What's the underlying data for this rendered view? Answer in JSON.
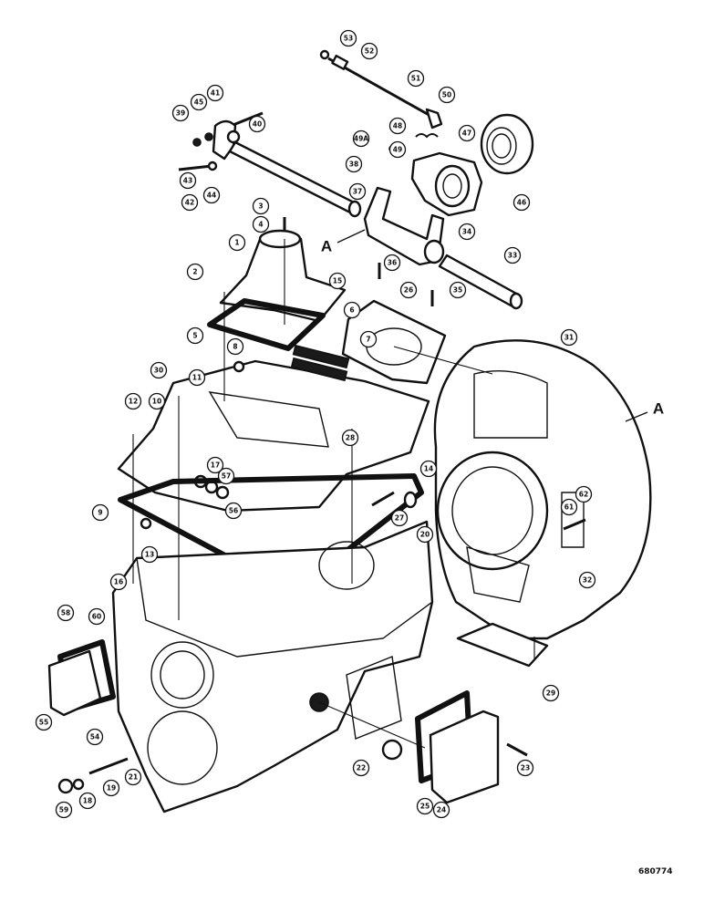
{
  "figure_number": "680774",
  "reference_labels": [
    "A",
    "A"
  ],
  "callouts": [
    "53",
    "52",
    "51",
    "50",
    "48",
    "49A",
    "49",
    "47",
    "46",
    "45",
    "41",
    "40",
    "39",
    "42",
    "44",
    "43",
    "38",
    "37",
    "36",
    "35",
    "34",
    "33",
    "3",
    "4",
    "1",
    "2",
    "5",
    "6",
    "7",
    "8",
    "15",
    "26",
    "31",
    "30",
    "10",
    "11",
    "12",
    "9",
    "13",
    "16",
    "17",
    "20",
    "14",
    "27",
    "28",
    "56",
    "57",
    "58",
    "60",
    "55",
    "54",
    "59",
    "18",
    "19",
    "21",
    "22",
    "23",
    "24",
    "25",
    "61",
    "62",
    "32",
    "29"
  ]
}
